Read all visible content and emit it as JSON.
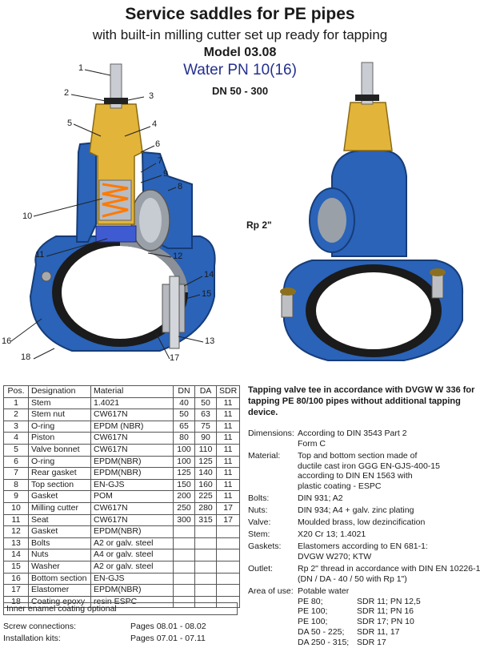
{
  "header": {
    "title": "Service saddles for PE pipes",
    "subtitle": "with built-in milling cutter set up ready for tapping",
    "model": "Model 03.08",
    "water": "Water PN 10(16)",
    "dn_range": "DN 50 - 300"
  },
  "figure": {
    "callouts": [
      "1",
      "2",
      "3",
      "4",
      "5",
      "6",
      "7",
      "8",
      "9",
      "10",
      "11",
      "12",
      "13",
      "14",
      "15",
      "16",
      "17",
      "18"
    ],
    "rp_label": "Rp 2\""
  },
  "table": {
    "headers": [
      "Pos.",
      "Designation",
      "Material",
      "DN",
      "DA",
      "SDR"
    ],
    "rows": [
      [
        "1",
        "Stem",
        "1.4021",
        "40",
        "50",
        "11"
      ],
      [
        "2",
        "Stem nut",
        "CW617N",
        "50",
        "63",
        "11"
      ],
      [
        "3",
        "O-ring",
        "EPDM (NBR)",
        "65",
        "75",
        "11"
      ],
      [
        "4",
        "Piston",
        "CW617N",
        "80",
        "90",
        "11"
      ],
      [
        "5",
        "Valve bonnet",
        "CW617N",
        "100",
        "110",
        "11"
      ],
      [
        "6",
        "O-ring",
        "EPDM(NBR)",
        "100",
        "125",
        "11"
      ],
      [
        "7",
        "Rear gasket",
        "EPDM(NBR)",
        "125",
        "140",
        "11"
      ],
      [
        "8",
        "Top section",
        "EN-GJS",
        "150",
        "160",
        "11"
      ],
      [
        "9",
        "Gasket",
        "POM",
        "200",
        "225",
        "11"
      ],
      [
        "10",
        "Milling cutter",
        "CW617N",
        "250",
        "280",
        "17"
      ],
      [
        "11",
        "Seat",
        "CW617N",
        "300",
        "315",
        "17"
      ],
      [
        "12",
        "Gasket",
        "EPDM(NBR)",
        "",
        "",
        ""
      ],
      [
        "13",
        "Bolts",
        "A2 or galv. steel",
        "",
        "",
        ""
      ],
      [
        "14",
        "Nuts",
        "A4 or galv. steel",
        "",
        "",
        ""
      ],
      [
        "15",
        "Washer",
        "A2 or galv. steel",
        "",
        "",
        ""
      ],
      [
        "16",
        "Bottom section",
        "EN-GJS",
        "",
        "",
        ""
      ],
      [
        "17",
        "Elastomer",
        "EPDM(NBR)",
        "",
        "",
        ""
      ],
      [
        "18",
        "Coating epoxy",
        "resin ESPC",
        "",
        "",
        ""
      ]
    ],
    "note": "Inner enamel coating optional"
  },
  "footer": {
    "screw_label": "Screw connections:",
    "screw_pages": "Pages 08.01 - 08.02",
    "kits_label": "Installation kits:",
    "kits_pages": "Pages 07.01 - 07.11"
  },
  "intro": "Tapping valve tee in accordance with DVGW W 336 for tapping PE 80/100 pipes without additional tapping device.",
  "specs": [
    {
      "label": "Dimensions:",
      "lines": [
        "According to DIN 3543 Part 2",
        "Form C"
      ]
    },
    {
      "label": "Material:",
      "lines": [
        "Top and bottom section made of",
        "ductile cast iron GGG  EN-GJS-400-15",
        "according to DIN EN 1563 with",
        "plastic coating - ESPC"
      ]
    },
    {
      "label": "Bolts:",
      "lines": [
        "DIN 931; A2"
      ]
    },
    {
      "label": "Nuts:",
      "lines": [
        "DIN 934; A4 + galv. zinc plating"
      ]
    },
    {
      "label": "Valve:",
      "lines": [
        "Moulded brass, low dezincification"
      ]
    },
    {
      "label": "Stem:",
      "lines": [
        "X20 Cr 13; 1.4021"
      ]
    },
    {
      "label": "Gaskets:",
      "lines": [
        "Elastomers according to EN 681-1:",
        "DVGW W270;  KTW"
      ]
    },
    {
      "label": "Outlet:",
      "lines": [
        "Rp 2\" thread in accordance with DIN EN 10226-1",
        "(DN / DA - 40 / 50 with Rp 1\")"
      ]
    },
    {
      "label": "Area of use:",
      "lines": [
        "Potable water"
      ]
    }
  ],
  "area_use_rows": [
    [
      "PE  80;",
      "SDR 11; PN 12,5"
    ],
    [
      "PE 100;",
      "SDR 11; PN 16"
    ],
    [
      "PE 100;",
      "SDR 17; PN 10"
    ],
    [
      "DA   50 -  225;",
      "SDR 11, 17"
    ],
    [
      "DA 250 - 315;",
      "SDR 17"
    ]
  ],
  "colors": {
    "blue": "#2a63b8",
    "brass": "#e2b43a",
    "steel": "#b8bcc4",
    "title_blue": "#24308f"
  }
}
